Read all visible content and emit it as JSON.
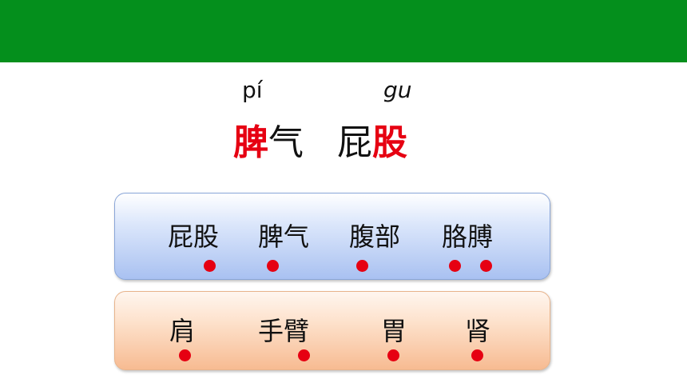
{
  "header": {
    "color": "#048f1c"
  },
  "pinyin": {
    "first": "pí",
    "second": "gu"
  },
  "headline": {
    "word1_char1": "脾",
    "word1_char2": "气",
    "word2_char1": "屁",
    "word2_char2": "股"
  },
  "highlight_color": "#e60012",
  "blue_box": {
    "words": [
      "屁股",
      "脾气",
      "腹部",
      "胳膊"
    ]
  },
  "orange_box": {
    "words": [
      "肩",
      "手臂",
      "胃",
      "肾"
    ]
  }
}
